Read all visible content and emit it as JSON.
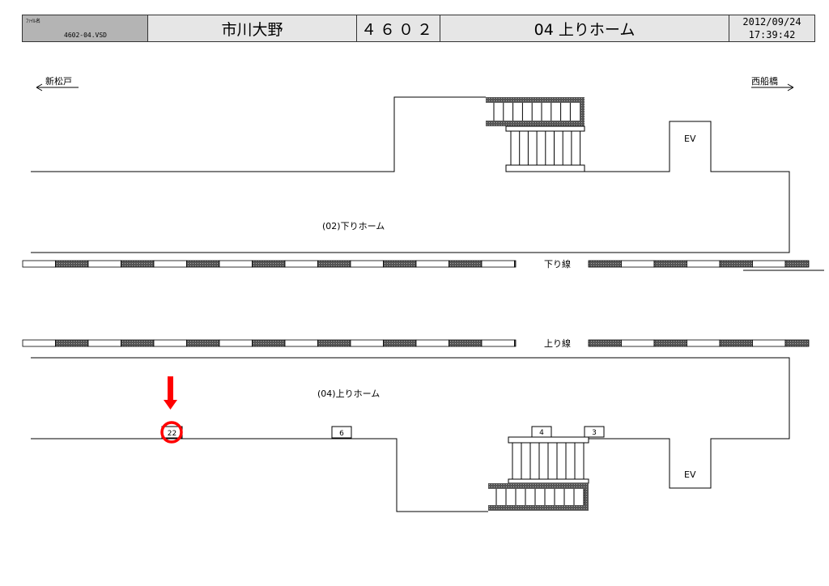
{
  "header": {
    "file_label": "ﾌｧｲﾙ名",
    "file_name": "4602-04.VSD",
    "station_name": "市川大野",
    "station_code": "４６０２",
    "platform_title": "04 上りホーム",
    "date": "2012/09/24",
    "time": "17:39:42"
  },
  "directions": {
    "left": "新松戸",
    "right": "西船橋"
  },
  "platforms": {
    "down": {
      "label": "(02)下りホーム",
      "ev": "EV"
    },
    "up": {
      "label": "(04)上りホーム",
      "ev": "EV"
    }
  },
  "tracks": {
    "down": "下り線",
    "up": "上り線"
  },
  "markers": [
    {
      "id": "22",
      "highlighted": true
    },
    {
      "id": "6"
    },
    {
      "id": "4"
    },
    {
      "id": "3"
    }
  ],
  "colors": {
    "highlight": "#ff0000",
    "header_gray": "#b4b4b4",
    "header_light": "#e6e6e6",
    "hatch": "#444444"
  }
}
